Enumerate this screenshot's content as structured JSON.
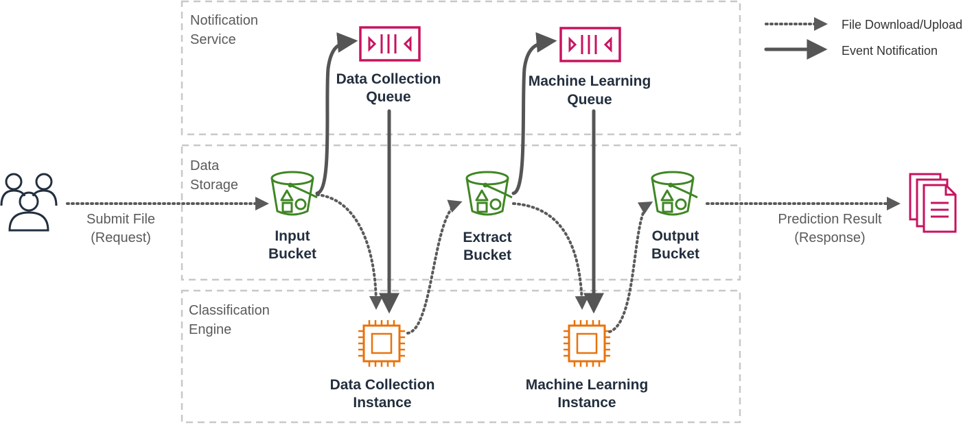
{
  "legend": {
    "file_transfer": "File Download/Upload",
    "event_notification": "Event Notification"
  },
  "groups": {
    "notification": [
      "Notification",
      "Service"
    ],
    "storage": [
      "Data",
      "Storage"
    ],
    "engine": [
      "Classification",
      "Engine"
    ]
  },
  "nodes": {
    "input_bucket": [
      "Input",
      "Bucket"
    ],
    "extract_bucket": [
      "Extract",
      "Bucket"
    ],
    "output_bucket": [
      "Output",
      "Bucket"
    ],
    "dc_queue": [
      "Data Collection",
      "Queue"
    ],
    "ml_queue": [
      "Machine Learning",
      "Queue"
    ],
    "dc_instance": [
      "Data Collection",
      "Instance"
    ],
    "ml_instance": [
      "Machine Learning",
      "Instance"
    ]
  },
  "edges": {
    "submit": [
      "Submit File",
      "(Request)"
    ],
    "result": [
      "Prediction Result",
      "(Response)"
    ]
  },
  "icons": {
    "users": "users-icon",
    "bucket": "s3-bucket-icon",
    "queue": "queue-icon",
    "chip": "compute-instance-icon",
    "documents": "documents-icon"
  },
  "colors": {
    "storage_green": "#3f8624",
    "queue_magenta": "#c7135f",
    "compute_orange": "#e8720c",
    "user_navy": "#232f3e",
    "arrow_gray": "#555555",
    "group_border": "#c8c8c8"
  }
}
